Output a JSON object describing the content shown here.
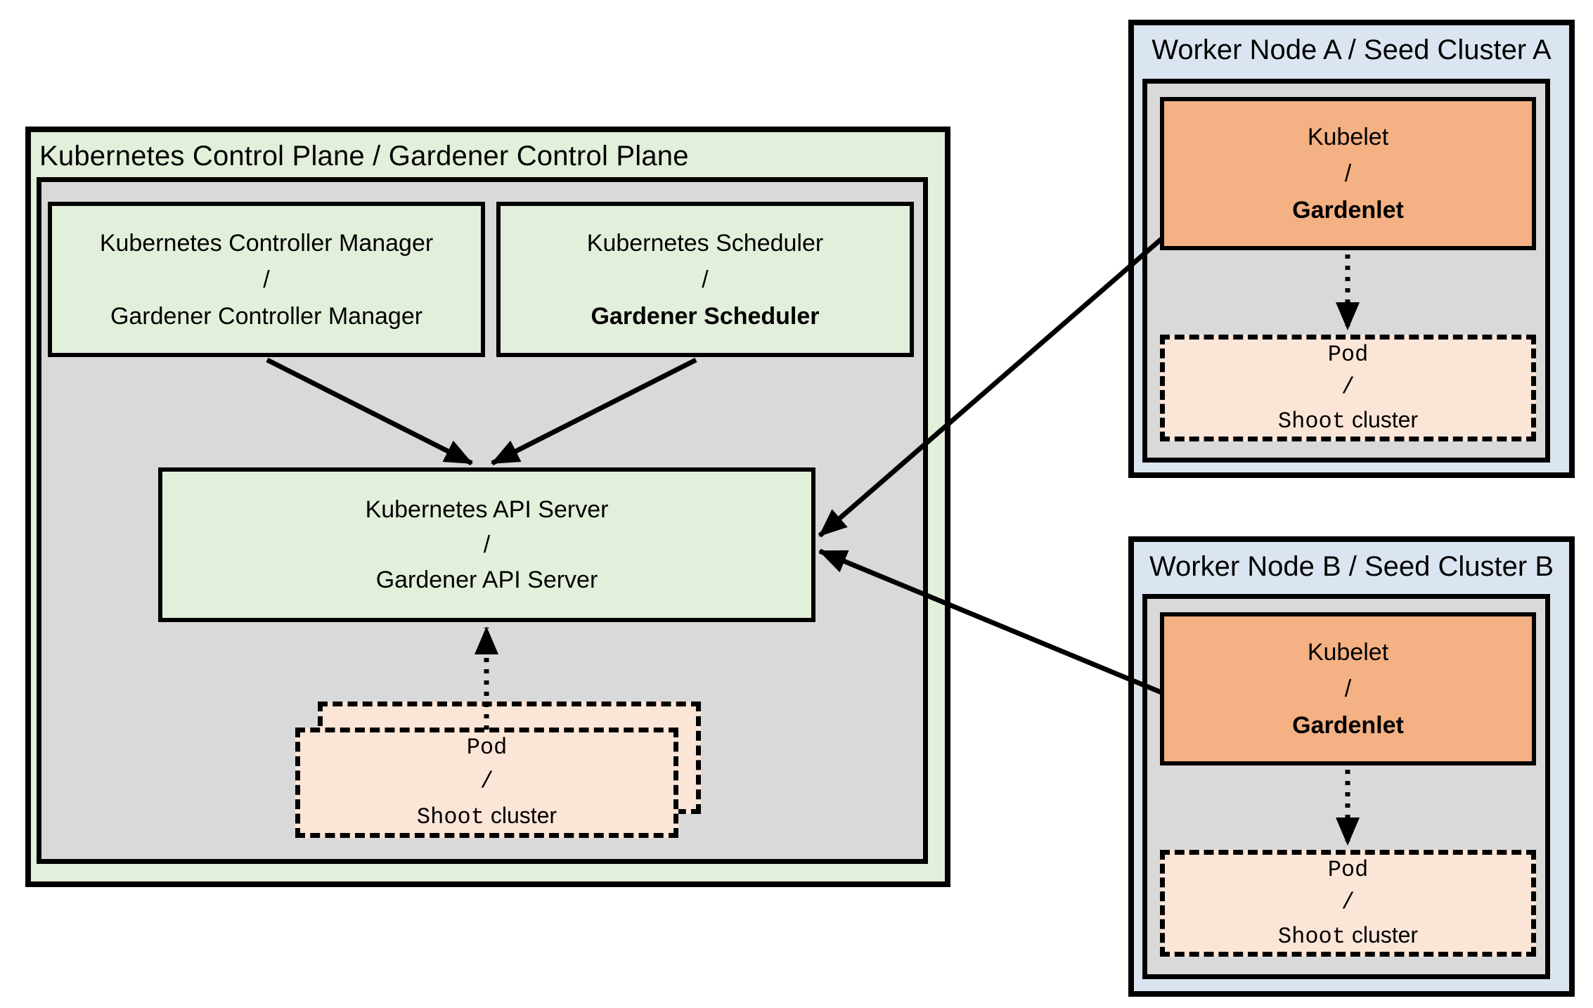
{
  "colors": {
    "green_fill": "#e2efda",
    "gray_fill": "#d9d9d9",
    "blue_fill": "#dbe5f1",
    "orange_fill": "#f4b183",
    "peach_fill": "#fbe5d6",
    "line": "#000000"
  },
  "control_plane": {
    "title": "Kubernetes Control Plane / Gardener Control Plane",
    "controller_manager": {
      "line1": "Kubernetes Controller Manager",
      "slash": "/",
      "line2": "Gardener Controller Manager"
    },
    "scheduler": {
      "line1": "Kubernetes Scheduler",
      "slash": "/",
      "line2": "Gardener Scheduler"
    },
    "api_server": {
      "line1": "Kubernetes API Server",
      "slash": "/",
      "line2": "Gardener API Server"
    },
    "pod": {
      "line1": "Pod",
      "slash": "/",
      "line2_mono": "Shoot",
      "line2_sans": "cluster"
    }
  },
  "worker_a": {
    "title": "Worker Node A / Seed Cluster A",
    "kubelet": {
      "line1": "Kubelet",
      "slash": "/",
      "line2": "Gardenlet"
    },
    "pod": {
      "line1": "Pod",
      "slash": "/",
      "line2_mono": "Shoot",
      "line2_sans": "cluster"
    }
  },
  "worker_b": {
    "title": "Worker Node B / Seed Cluster B",
    "kubelet": {
      "line1": "Kubelet",
      "slash": "/",
      "line2": "Gardenlet"
    },
    "pod": {
      "line1": "Pod",
      "slash": "/",
      "line2_mono": "Shoot",
      "line2_sans": "cluster"
    }
  },
  "connections": [
    {
      "from": "controller-manager",
      "to": "api-server",
      "style": "solid-arrow"
    },
    {
      "from": "scheduler",
      "to": "api-server",
      "style": "solid-arrow"
    },
    {
      "from": "pod-shoot-cluster",
      "to": "api-server",
      "style": "dotted-arrow"
    },
    {
      "from": "kubelet-gardenlet-a",
      "to": "api-server",
      "style": "solid-arrow"
    },
    {
      "from": "kubelet-gardenlet-b",
      "to": "api-server",
      "style": "solid-arrow"
    },
    {
      "from": "kubelet-gardenlet-a",
      "to": "pod-shoot-cluster-a",
      "style": "dotted-arrow"
    },
    {
      "from": "kubelet-gardenlet-b",
      "to": "pod-shoot-cluster-b",
      "style": "dotted-arrow"
    }
  ]
}
